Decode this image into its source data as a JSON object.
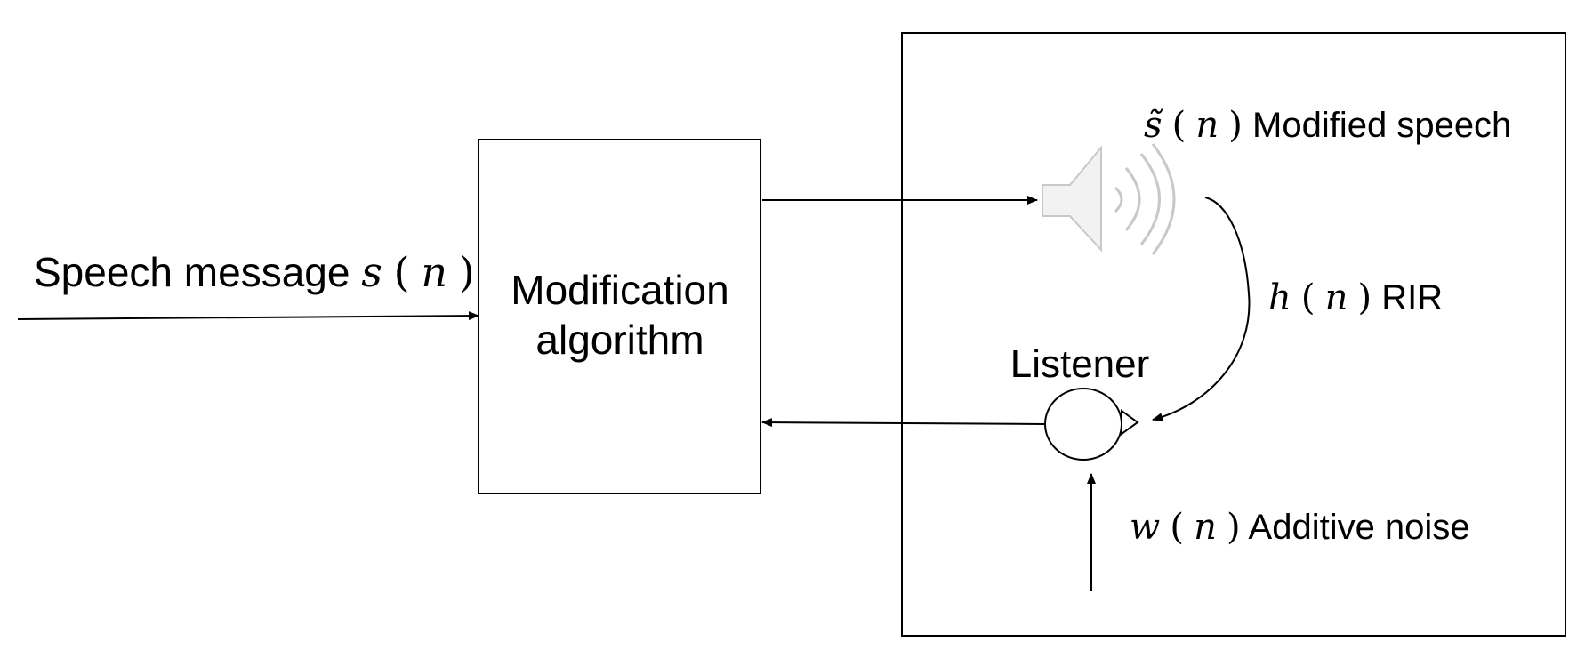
{
  "input": {
    "label": "Speech message",
    "symbol": "s",
    "arg": "n"
  },
  "modification_block": {
    "line1": "Modification",
    "line2": "algorithm"
  },
  "speaker": {
    "icon": "speaker-icon",
    "label": "Modified speech",
    "symbol": "s̃",
    "arg": "n"
  },
  "rir": {
    "label": "RIR",
    "symbol": "h",
    "arg": "n"
  },
  "listener": {
    "label": "Listener",
    "icon": "listener-head-icon"
  },
  "noise": {
    "label": "Additive noise",
    "symbol": "w",
    "arg": "n"
  },
  "colors": {
    "line": "#000000",
    "speaker_gray": "#c8c8c8",
    "background": "#ffffff"
  }
}
